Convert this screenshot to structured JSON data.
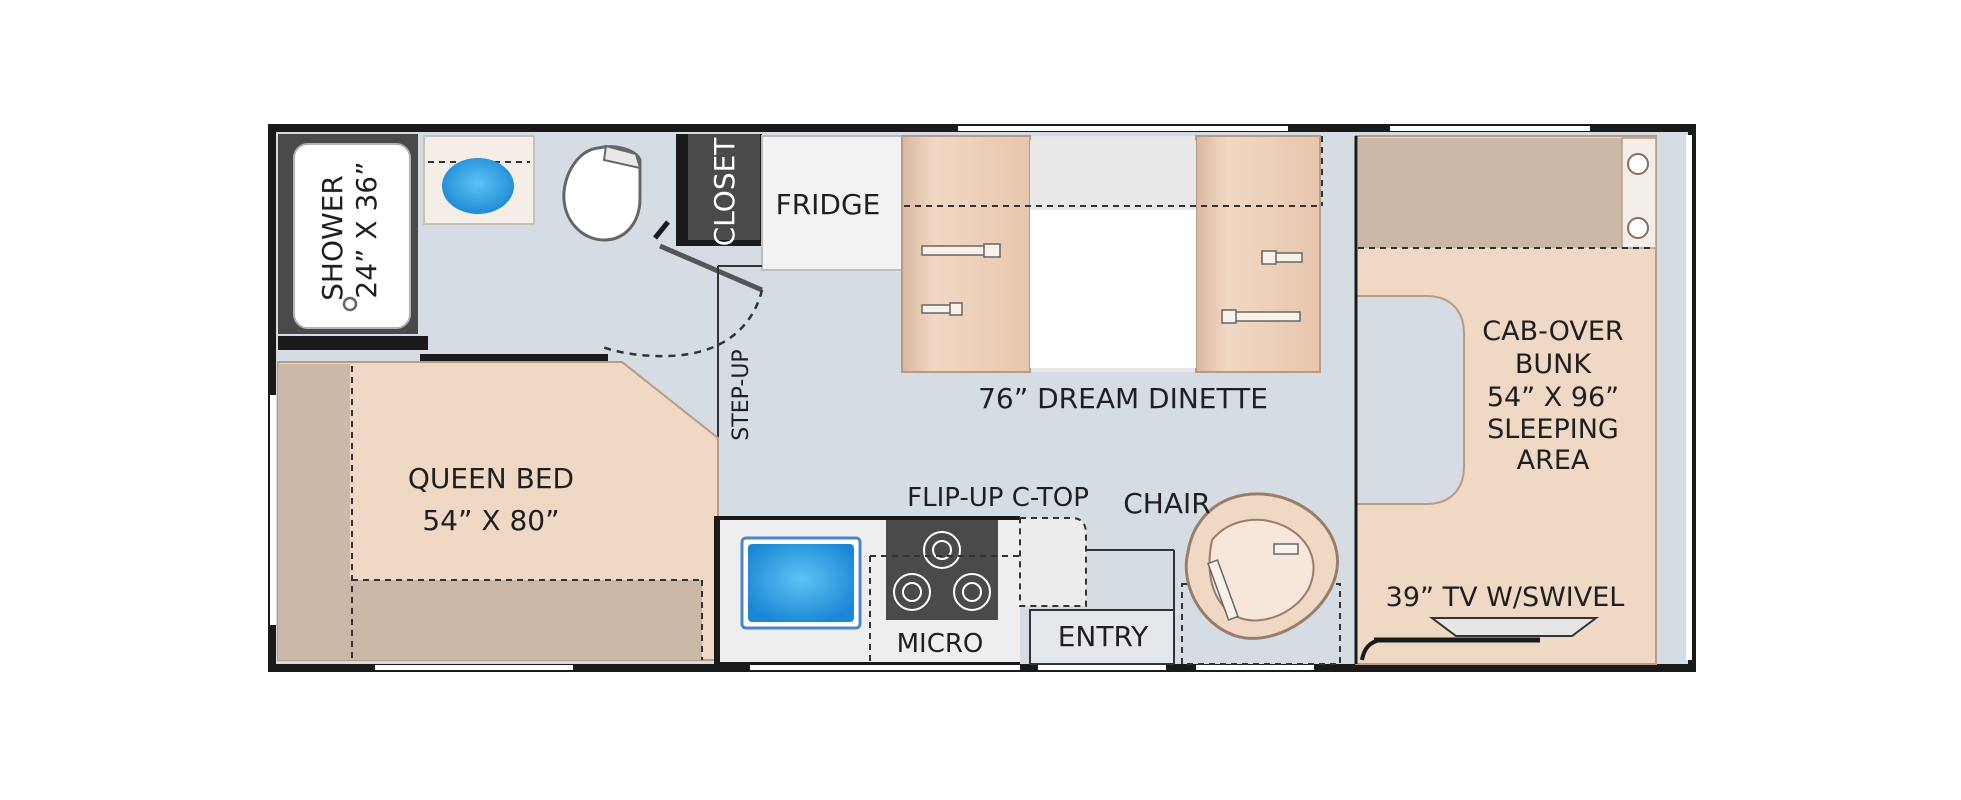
{
  "plan": {
    "labels": {
      "shower": "SHOWER",
      "shower_size": "24” X 36”",
      "closet": "CLOSET",
      "fridge": "FRIDGE",
      "dinette": "76” DREAM DINETTE",
      "step_up": "STEP-UP",
      "queen_bed": "QUEEN BED",
      "queen_bed_size": "54” X 80”",
      "flip_up": "FLIP-UP C-TOP",
      "chair": "CHAIR",
      "entry": "ENTRY",
      "micro": "MICRO",
      "cab_over_1": "CAB-OVER",
      "cab_over_2": "BUNK",
      "cab_over_3": "54” X 96”",
      "cab_over_4": "SLEEPING",
      "cab_over_5": "AREA",
      "tv": "39” TV W/SWIVEL"
    },
    "colors": {
      "wall": "#1a1a1a",
      "floor": "#d5dce4",
      "bed": "#efd8c4",
      "bed_shade": "#cbb8a6",
      "dark_cabinet": "#4a4a4a",
      "sink_blue": "#2a9be0"
    }
  }
}
